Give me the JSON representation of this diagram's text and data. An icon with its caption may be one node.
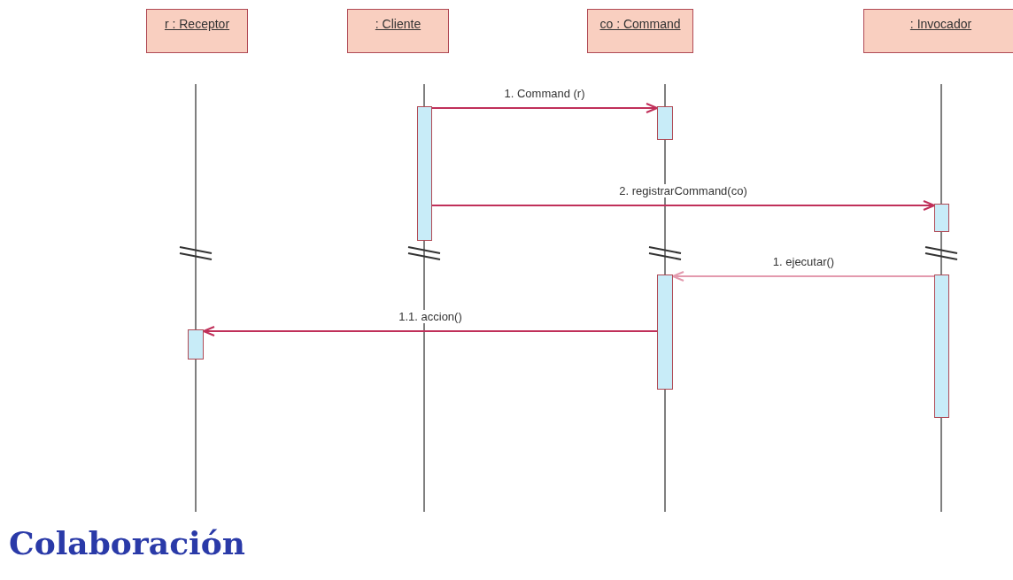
{
  "diagram": {
    "title": "Colaboración",
    "nodes": [
      {
        "text": [
          "r : Receptor"
        ]
      },
      {
        "text": [
          ": Cliente"
        ]
      },
      {
        "text": [
          "co : Command"
        ]
      },
      {
        "text": [
          ": Invocador"
        ]
      },
      {
        "text": [],
        "shape": "bar"
      },
      {
        "text": [],
        "shape": "bar"
      },
      {
        "text": [],
        "shape": "bar"
      },
      {
        "text": [],
        "shape": "bar"
      },
      {
        "text": [],
        "shape": "bar"
      },
      {
        "text": [],
        "shape": "bar"
      }
    ],
    "edges": [
      {
        "from": 5,
        "to": 6,
        "arrow": "to",
        "label": "1. Command (r)"
      },
      {
        "from": 5,
        "to": 8,
        "arrow": "to",
        "label": "2. registrarCommand(co)"
      },
      {
        "from": 9,
        "to": 7,
        "arrow": "to",
        "label": "1. ejecutar()",
        "color": "#e39aae"
      },
      {
        "from": 7,
        "to": 4,
        "arrow": "to",
        "label": "1.1. accion()"
      }
    ]
  }
}
